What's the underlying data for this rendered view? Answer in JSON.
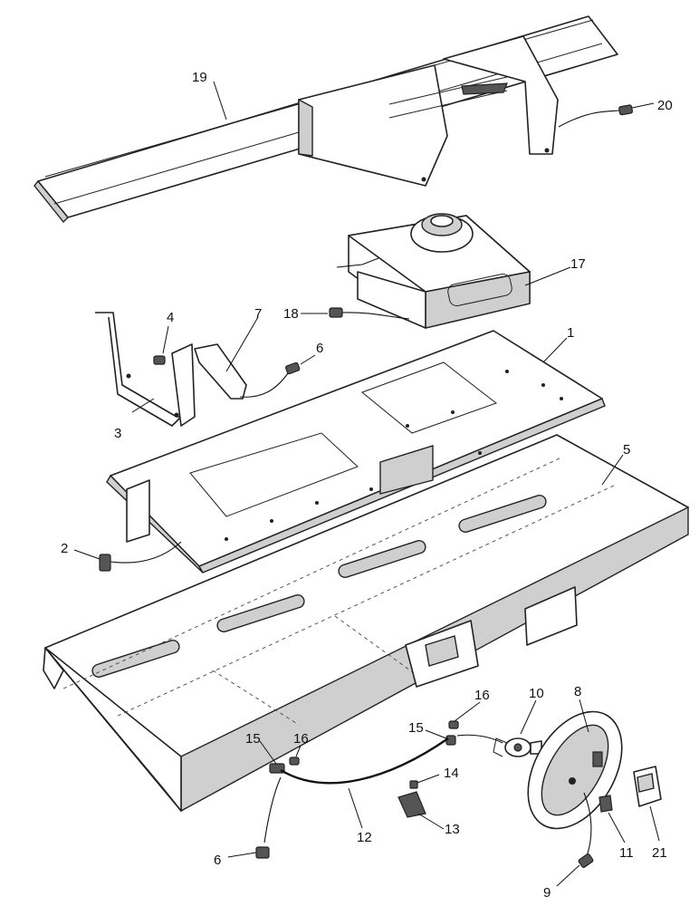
{
  "callouts": {
    "c1": "1",
    "c2": "2",
    "c3": "3",
    "c4": "4",
    "c5": "5",
    "c6a": "6",
    "c6b": "6",
    "c7": "7",
    "c8": "8",
    "c9": "9",
    "c10": "10",
    "c11": "11",
    "c12": "12",
    "c13": "13",
    "c14": "14",
    "c15a": "15",
    "c15b": "15",
    "c16a": "16",
    "c16b": "16",
    "c17": "17",
    "c18": "18",
    "c19": "19",
    "c20": "20",
    "c21": "21"
  }
}
